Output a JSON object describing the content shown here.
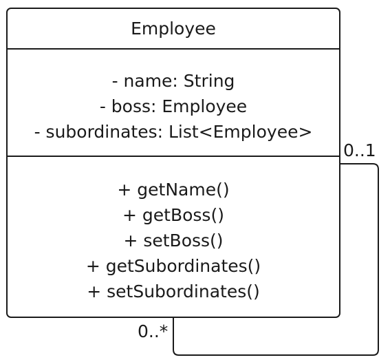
{
  "uml_class": {
    "name": "Employee",
    "attributes": [
      "- name: String",
      "- boss: Employee",
      "- subordinates: List<Employee>"
    ],
    "operations": [
      "+ getName()",
      "+ getBoss()",
      "+ setBoss()",
      "+ getSubordinates()",
      "+ setSubordinates()"
    ]
  },
  "self_association": {
    "upper_multiplicity": "0..1",
    "lower_multiplicity": "0..*"
  }
}
